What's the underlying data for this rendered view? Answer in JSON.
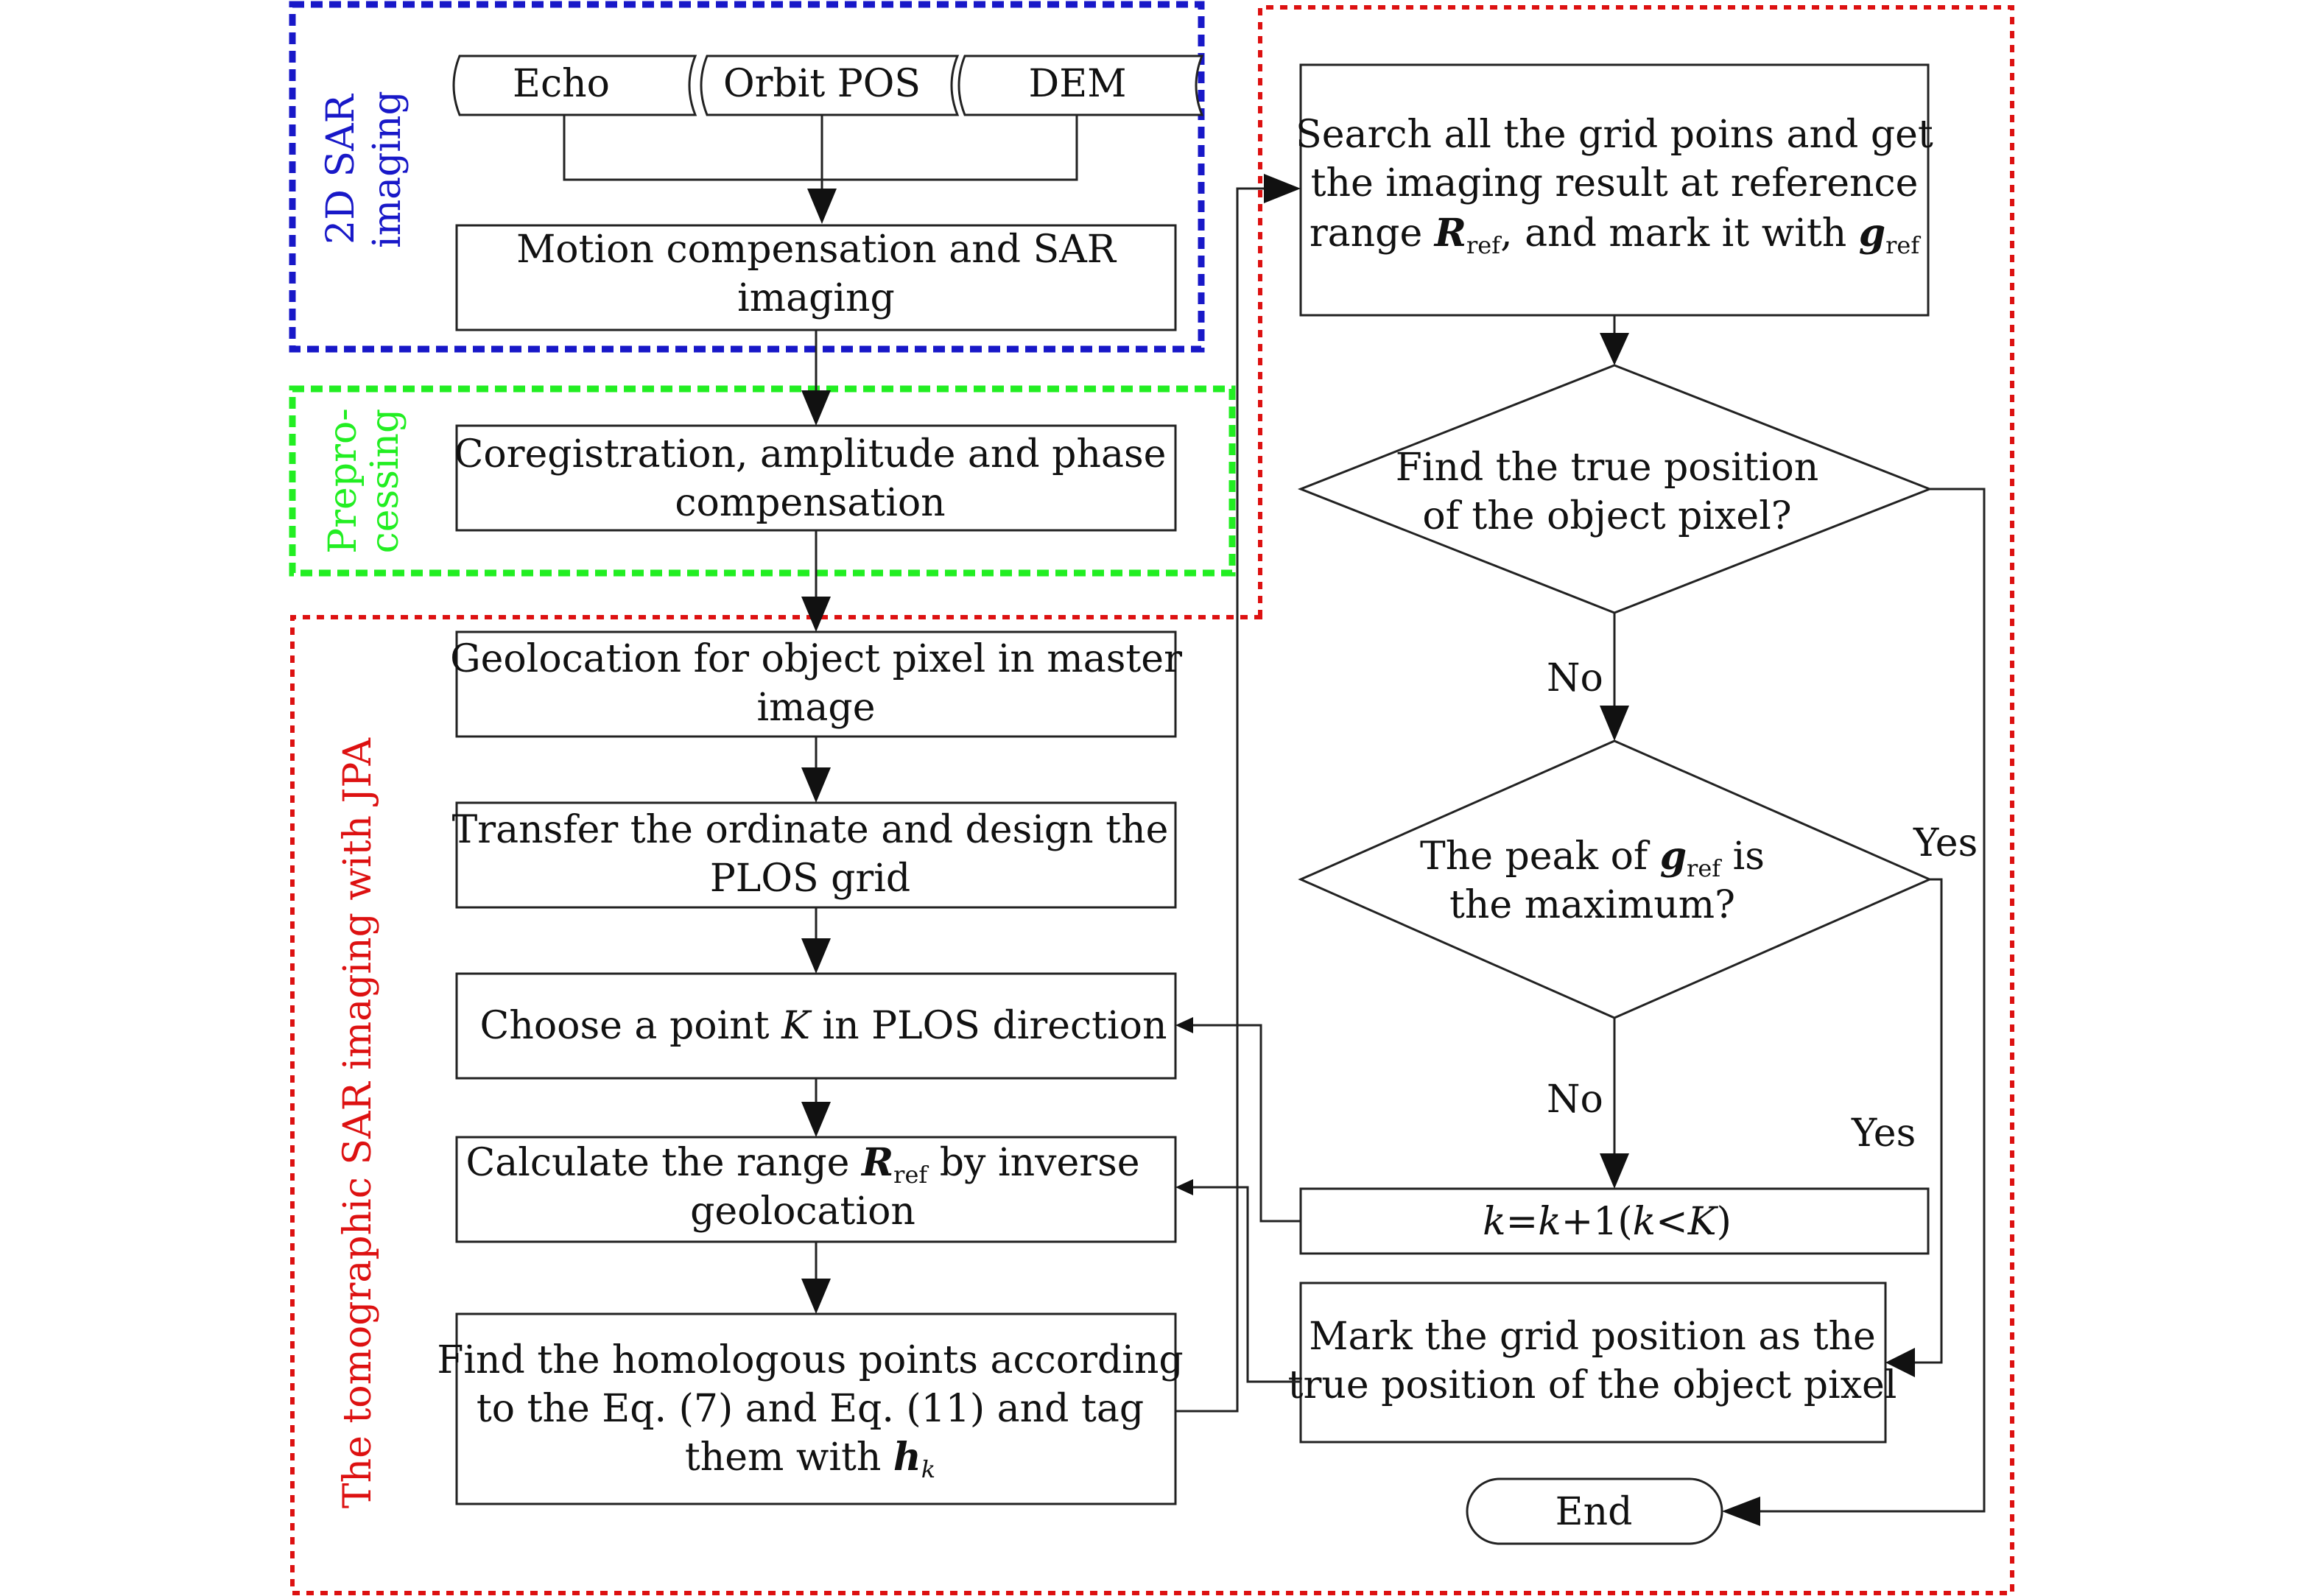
{
  "colors": {
    "blue": "#1818c8",
    "green": "#22ee22",
    "red": "#dd1111",
    "stroke": "#222222"
  },
  "regions": {
    "sar": "2D SAR imaging",
    "sar_l1": "2D SAR",
    "sar_l2": "imaging",
    "pre": "Prepro-cessing",
    "pre_l1": "Prepro-",
    "pre_l2": "cessing",
    "tomo": "The tomographic SAR imaging with JPA"
  },
  "inputs": {
    "echo": "Echo",
    "orbit": "Orbit POS",
    "dem": "DEM"
  },
  "left": {
    "motion": {
      "l1": "Motion compensation and SAR",
      "l2": "imaging"
    },
    "coreg": {
      "l1": "Coregistration, amplitude and phase",
      "l2": "compensation"
    },
    "geoloc": {
      "l1": "Geolocation for object pixel in master",
      "l2": "image"
    },
    "transfer": {
      "l1": "Transfer the ordinate and design the",
      "l2": "PLOS grid"
    },
    "choose": {
      "a": "Choose a point ",
      "k": "K",
      "b": " in PLOS direction"
    },
    "calc": {
      "a": "Calculate the range ",
      "R": "R",
      "sub": "ref",
      "b": " by inverse",
      "l2": "geolocation"
    },
    "find": {
      "l1": "Find the homologous points according",
      "l2": "to the Eq. (7) and Eq. (11) and tag",
      "l3a": "them with ",
      "h": "h",
      "sub": "k"
    }
  },
  "right": {
    "search": {
      "l1": "Search all the grid poins and get",
      "l2": "the imaging result at reference",
      "l3a": "range ",
      "R": "R",
      "sub1": "ref",
      "l3b": ", and mark it with ",
      "g": "g",
      "sub2": "ref"
    },
    "d1": {
      "l1": "Find the true position",
      "l2": "of the object pixel?"
    },
    "d2": {
      "a": "The peak of ",
      "g": "g",
      "sub": "ref",
      "b": " is",
      "l2": "the maximum?"
    },
    "kbox": {
      "k1": "k",
      "eq": "=",
      "k2": "k",
      "p1": "+1(",
      "k3": "k",
      "lt": "<",
      "K": "K",
      "p2": ")"
    },
    "mark": {
      "l1": "Mark the grid position as the",
      "l2": "true position of the object pixel"
    },
    "end": "End"
  },
  "labels": {
    "no1": "No",
    "no2": "No",
    "yes1": "Yes",
    "yes2": "Yes"
  }
}
